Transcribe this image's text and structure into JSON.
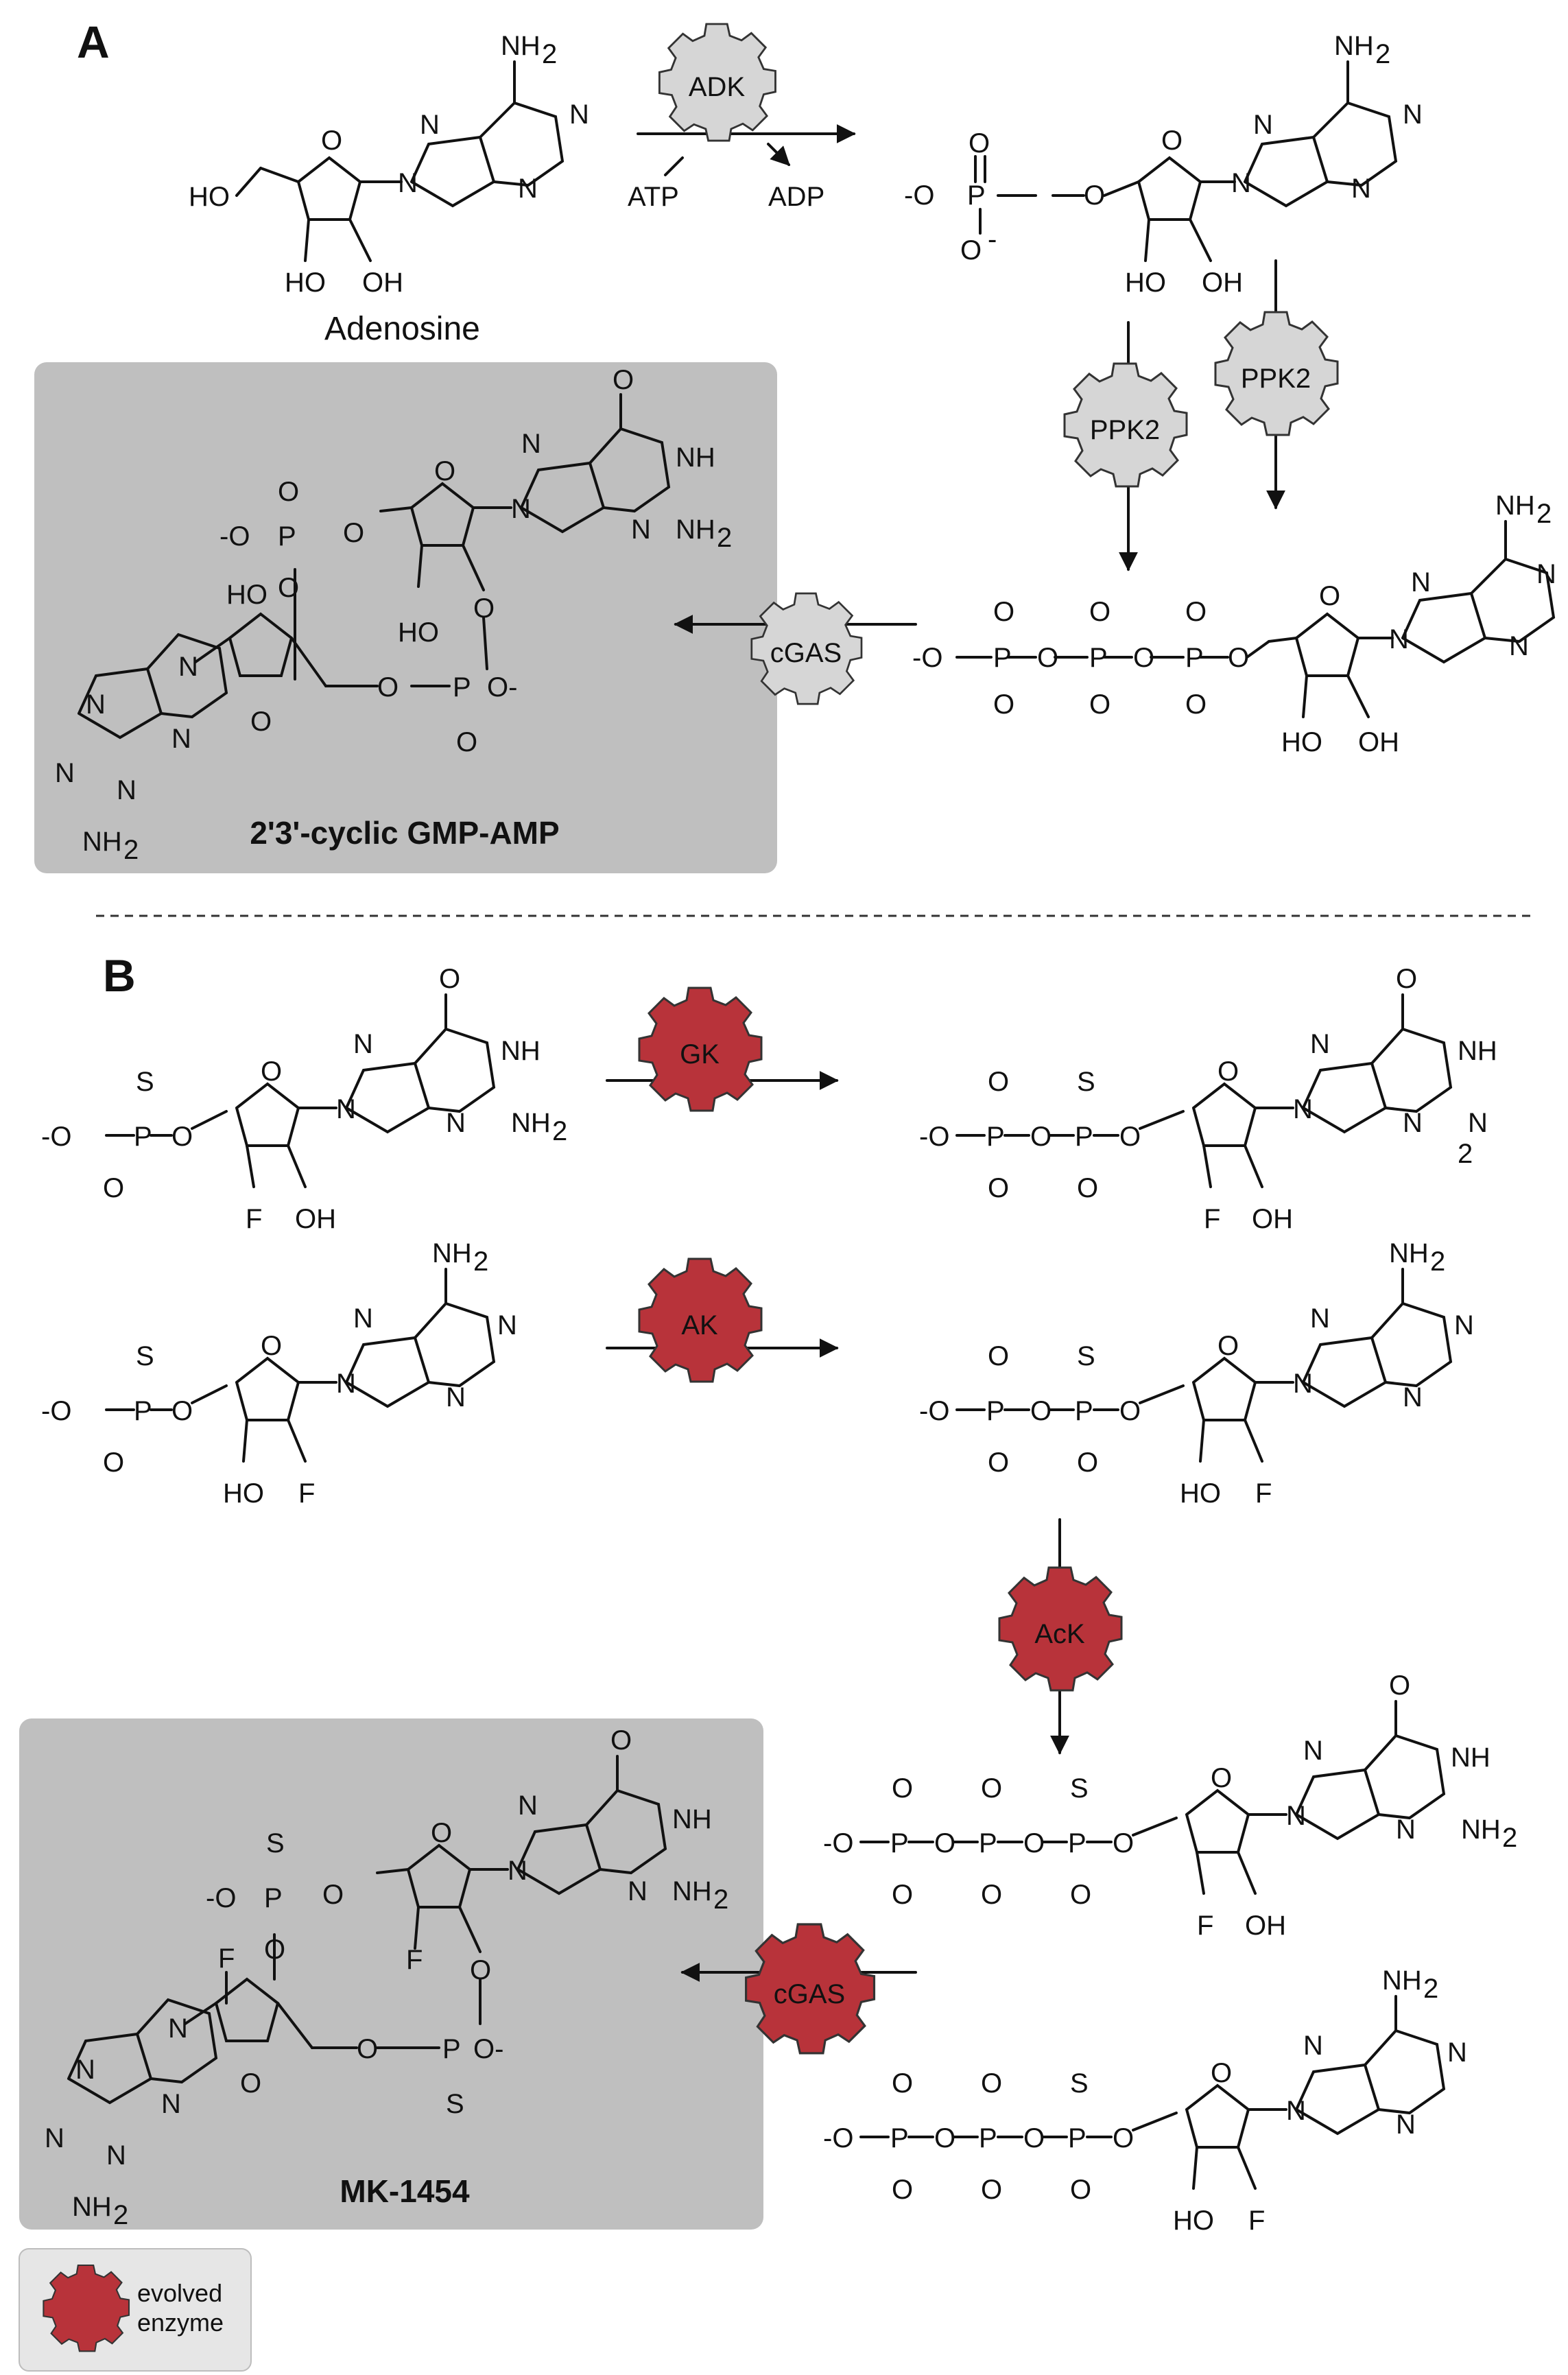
{
  "colors": {
    "native_enzyme": "#d6d6d6",
    "evolved_enzyme": "#b8333a",
    "product_box": "#bfbfbf",
    "legend_box": "#e6e6e6"
  },
  "panel_a": {
    "letter": "A",
    "start_label": "Adenosine",
    "adk": {
      "name": "ADK",
      "cofactor_in": "ATP",
      "cofactor_out": "ADP"
    },
    "ppk2_left": "PPK2",
    "ppk2_right": "PPK2",
    "cgas": "cGAS",
    "product": "2'3'-cyclic GMP-AMP"
  },
  "panel_b": {
    "letter": "B",
    "gk": "GK",
    "ak": "AK",
    "ack": "AcK",
    "cgas": "cGAS",
    "product": "MK-1454"
  },
  "legend": {
    "line1": "evolved",
    "line2": "enzyme"
  }
}
